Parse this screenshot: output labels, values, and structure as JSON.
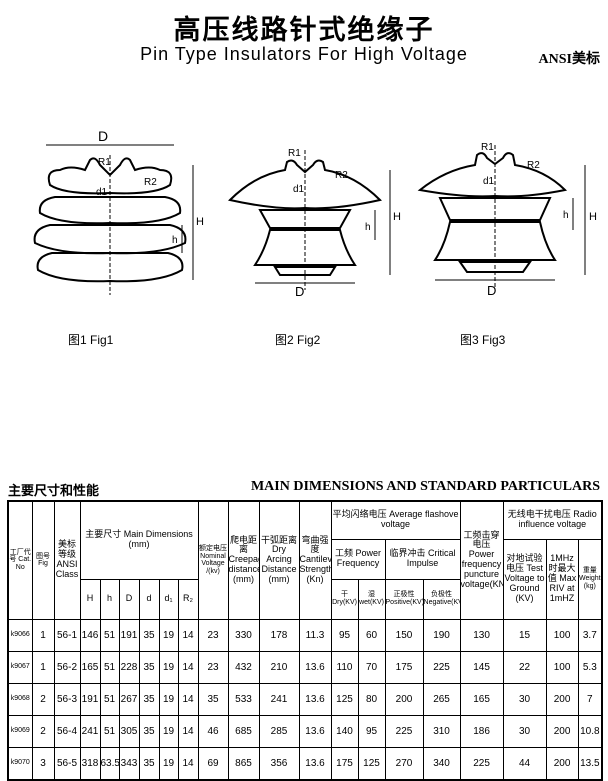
{
  "header": {
    "title_cn": "高压线路针式绝缘子",
    "title_en": "Pin Type Insulators For High Voltage",
    "standard": "ANSI美标"
  },
  "figures": [
    {
      "label": "图1 Fig1",
      "dims": {
        "D": "D",
        "H": "H",
        "h": "h",
        "R1": "R1",
        "R2": "R2",
        "d1": "d1"
      }
    },
    {
      "label": "图2 Fig2",
      "dims": {
        "D": "D",
        "H": "H",
        "h": "h",
        "R1": "R1",
        "R2": "R2",
        "d1": "d1"
      }
    },
    {
      "label": "图3 Fig3",
      "dims": {
        "D": "D",
        "H": "H",
        "h": "h",
        "R1": "R1",
        "R2": "R2",
        "d1": "d1"
      }
    }
  ],
  "section": {
    "title_cn": "主要尺寸和性能",
    "title_en": "MAIN DIMENSIONS AND STANDARD PARTICULARS"
  },
  "table": {
    "headers": {
      "cat": "工厂代号 Cat. No",
      "fig": "图号 Fig",
      "ansi": "美标等级 ANSI Class",
      "main_dims": "主要尺寸 Main Dimensions (mm)",
      "H": "H",
      "h": "h",
      "D": "D",
      "d": "d",
      "d1": "d₁",
      "R2": "R₂",
      "nominal": "额定电压 Nominal Voltage /(kv)",
      "creepage": "爬电距离 Creepage distance (mm)",
      "arcing": "干弧距离 Dry Arcing Distance (mm)",
      "cantilever": "弯曲强度 Cantilever Strength (Kn)",
      "avg_flash": "平均闪络电压 Average flashove voltage",
      "power_freq": "工频 Power Frequency",
      "critical": "临界冲击 Critical Impulse",
      "dry": "干 Dry(KV)",
      "wet": "湿 wet(KV)",
      "positive": "正极性 Positive(KV)",
      "negative": "负极性 Negative(KV)",
      "puncture": "工频击穿电压 Power frequency puncture voltage(KN)",
      "radio": "无线电干扰电压 Radio influence voltage",
      "test_voltage": "对地试验电压 Test Voltage to Ground (KV)",
      "max_riv": "1MHz 时最大值 Max RIV at 1mHZ",
      "weight": "重量 Weight (kg)"
    },
    "rows": [
      [
        "k9066",
        "1",
        "56-1",
        "146",
        "51",
        "191",
        "35",
        "19",
        "14",
        "23",
        "330",
        "178",
        "11.3",
        "95",
        "60",
        "150",
        "190",
        "130",
        "15",
        "100",
        "3.7"
      ],
      [
        "k9067",
        "1",
        "56-2",
        "165",
        "51",
        "228",
        "35",
        "19",
        "14",
        "23",
        "432",
        "210",
        "13.6",
        "110",
        "70",
        "175",
        "225",
        "145",
        "22",
        "100",
        "5.3"
      ],
      [
        "k9068",
        "2",
        "56-3",
        "191",
        "51",
        "267",
        "35",
        "19",
        "14",
        "35",
        "533",
        "241",
        "13.6",
        "125",
        "80",
        "200",
        "265",
        "165",
        "30",
        "200",
        "7"
      ],
      [
        "k9069",
        "2",
        "56-4",
        "241",
        "51",
        "305",
        "35",
        "19",
        "14",
        "46",
        "685",
        "285",
        "13.6",
        "140",
        "95",
        "225",
        "310",
        "186",
        "30",
        "200",
        "10.8"
      ],
      [
        "k9070",
        "3",
        "56-5",
        "318",
        "63.5",
        "343",
        "35",
        "19",
        "14",
        "69",
        "865",
        "356",
        "13.6",
        "175",
        "125",
        "270",
        "340",
        "225",
        "44",
        "200",
        "13.5"
      ]
    ]
  }
}
